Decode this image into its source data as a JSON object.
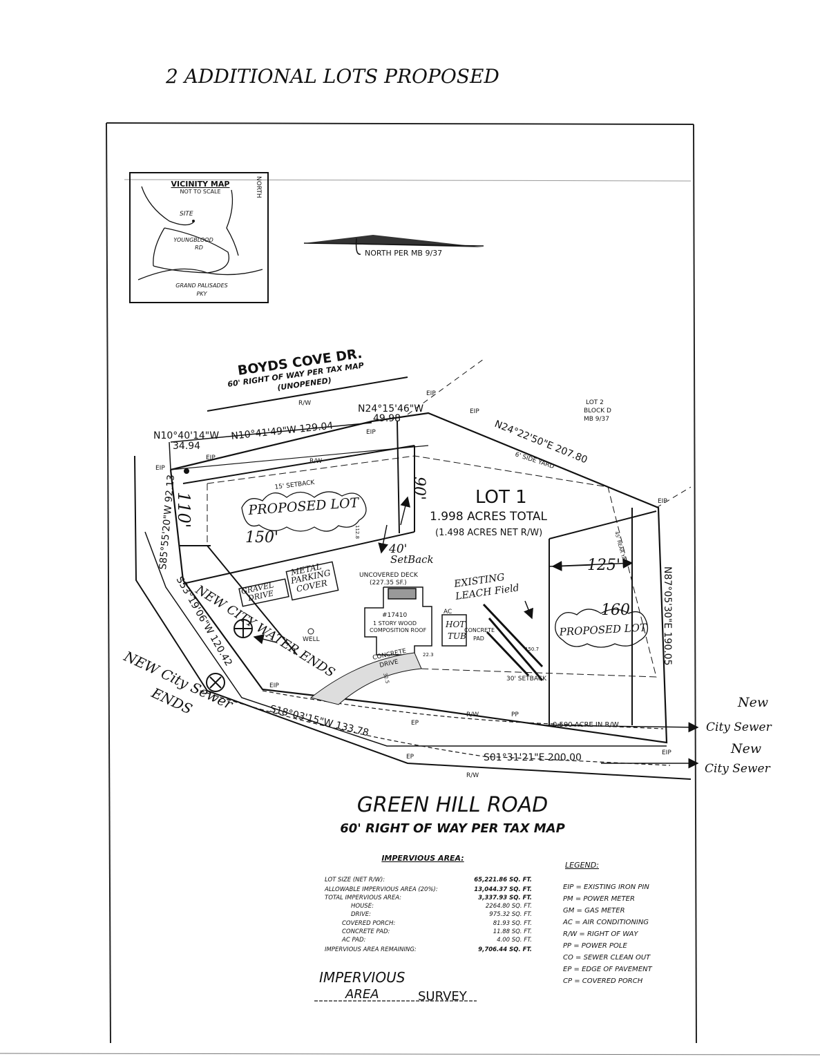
{
  "handwritten": {
    "header": "2 ADDITIONAL LOTS PROPOSED",
    "proposed_lot_left": "PROPOSED LOT",
    "proposed_lot_right": "PROPOSED LOT",
    "dim_150": "150'",
    "dim_125": "125'",
    "dim_160": "160'",
    "dim_110": "110'",
    "dim_90": "90'",
    "setback_40": "40'",
    "setback_label": "SetBack",
    "existing_leach_1": "EXISTING",
    "existing_leach_2": "LEACH Field",
    "gravel_drive_1": "GRAVEL",
    "gravel_drive_2": "DRIVE",
    "metal_parking_1": "METAL",
    "metal_parking_2": "PARKING",
    "metal_parking_3": "COVER",
    "hot_tub_1": "HOT",
    "hot_tub_2": "TUB",
    "new_city_water": "NEW CITY WATER ENDS",
    "new_city_sewer_ends_1": "NEW City Sewer",
    "new_city_sewer_ends_2": "ENDS",
    "new_city_sewer_r1_a": "New",
    "new_city_sewer_r1_b": "City Sewer",
    "new_city_sewer_r2_a": "New",
    "new_city_sewer_r2_b": "City Sewer"
  },
  "vicinity_map": {
    "title": "VICINITY MAP",
    "subtitle": "NOT TO SCALE",
    "site": "SITE",
    "road1_a": "YOUNGBLOOD",
    "road1_b": "RD",
    "road2_a": "GRAND PALISADES",
    "road2_b": "PKY",
    "north": "NORTH"
  },
  "north_arrow": {
    "label": "NORTH PER MB 9/37"
  },
  "streets": {
    "boyds": "BOYDS COVE DR.",
    "boyds_row": "60' RIGHT OF WAY PER TAX MAP",
    "boyds_unopened": "(UNOPENED)",
    "green_hill": "GREEN HILL ROAD",
    "green_hill_row": "60' RIGHT OF WAY PER TAX MAP"
  },
  "bearings": {
    "b1": "N10°40'14\"W",
    "b1_dist": "34.94",
    "b2": "N10°41'49\"W   129.04",
    "b3": "N24°15'46\"W",
    "b3_dist": "49.98",
    "b4": "N24°22'50\"E   207.80",
    "b5": "S85°55'20\"W   92.13",
    "b6": "S53°19'06\"W   120.42",
    "b7": "S18°03'15\"W   133.78",
    "b8": "S01°31'21\"E   200.00",
    "b9": "N87°05'30\"E   190.05"
  },
  "plat_labels": {
    "eip": "EIP",
    "rw": "R/W",
    "ep": "EP",
    "pp": "PP",
    "lot1": "LOT 1",
    "acres_total": "1.998 ACRES TOTAL",
    "acres_net": "(1.498 ACRES NET R/W)",
    "lot2_a": "LOT 2",
    "lot2_b": "BLOCK D",
    "lot2_c": "MB 9/37",
    "side_yard": "6' SIDE YARD",
    "rear_yard": "45' REAR YARD",
    "setback15": "15' SETBACK",
    "setback30": "30' SETBACK",
    "deck_a": "UNCOVERED DECK",
    "deck_b": "(227.35 SF.)",
    "house_a": "#17410",
    "house_b": "1 STORY WOOD",
    "house_c": "COMPOSITION ROOF",
    "ac": "AC",
    "concrete_pad_a": "CONCRETE",
    "concrete_pad_b": "PAD",
    "concrete_drive_a": "CONCRETE",
    "concrete_drive_b": "DRIVE",
    "well": "WELL",
    "acre_rw": "0.500 ACRE IN R/W",
    "d1128": "112.8",
    "d1507": "150.7",
    "d325": "32.5",
    "d223": "22.3"
  },
  "impervious": {
    "title": "IMPERVIOUS AREA:",
    "rows": [
      {
        "label": "LOT SIZE (NET R/W):",
        "value": "65,221.86 SQ. FT."
      },
      {
        "label": "ALLOWABLE IMPERVIOUS AREA (20%):",
        "value": "13,044.37 SQ. FT."
      },
      {
        "label": "TOTAL IMPERVIOUS AREA:",
        "value": "3,337.93 SQ. FT."
      },
      {
        "label": "HOUSE:",
        "value": "2264.80 SQ. FT."
      },
      {
        "label": "DRIVE:",
        "value": "975.32 SQ. FT."
      },
      {
        "label": "COVERED PORCH:",
        "value": "81.93 SQ. FT."
      },
      {
        "label": "CONCRETE PAD:",
        "value": "11.88 SQ. FT."
      },
      {
        "label": "AC PAD:",
        "value": "4.00 SQ. FT."
      },
      {
        "label": "IMPERVIOUS AREA REMAINING:",
        "value": "9,706.44 SQ. FT."
      }
    ]
  },
  "legend": {
    "title": "LEGEND:",
    "items": [
      "EIP = EXISTING IRON PIN",
      "PM = POWER METER",
      "GM = GAS METER",
      "AC = AIR CONDITIONING",
      "R/W = RIGHT OF WAY",
      "PP = POWER POLE",
      "CO = SEWER CLEAN OUT",
      "EP = EDGE OF PAVEMENT",
      "CP = COVERED PORCH"
    ]
  },
  "survey_title": {
    "line1": "IMPERVIOUS",
    "line2": "AREA",
    "line3": "SURVEY"
  }
}
